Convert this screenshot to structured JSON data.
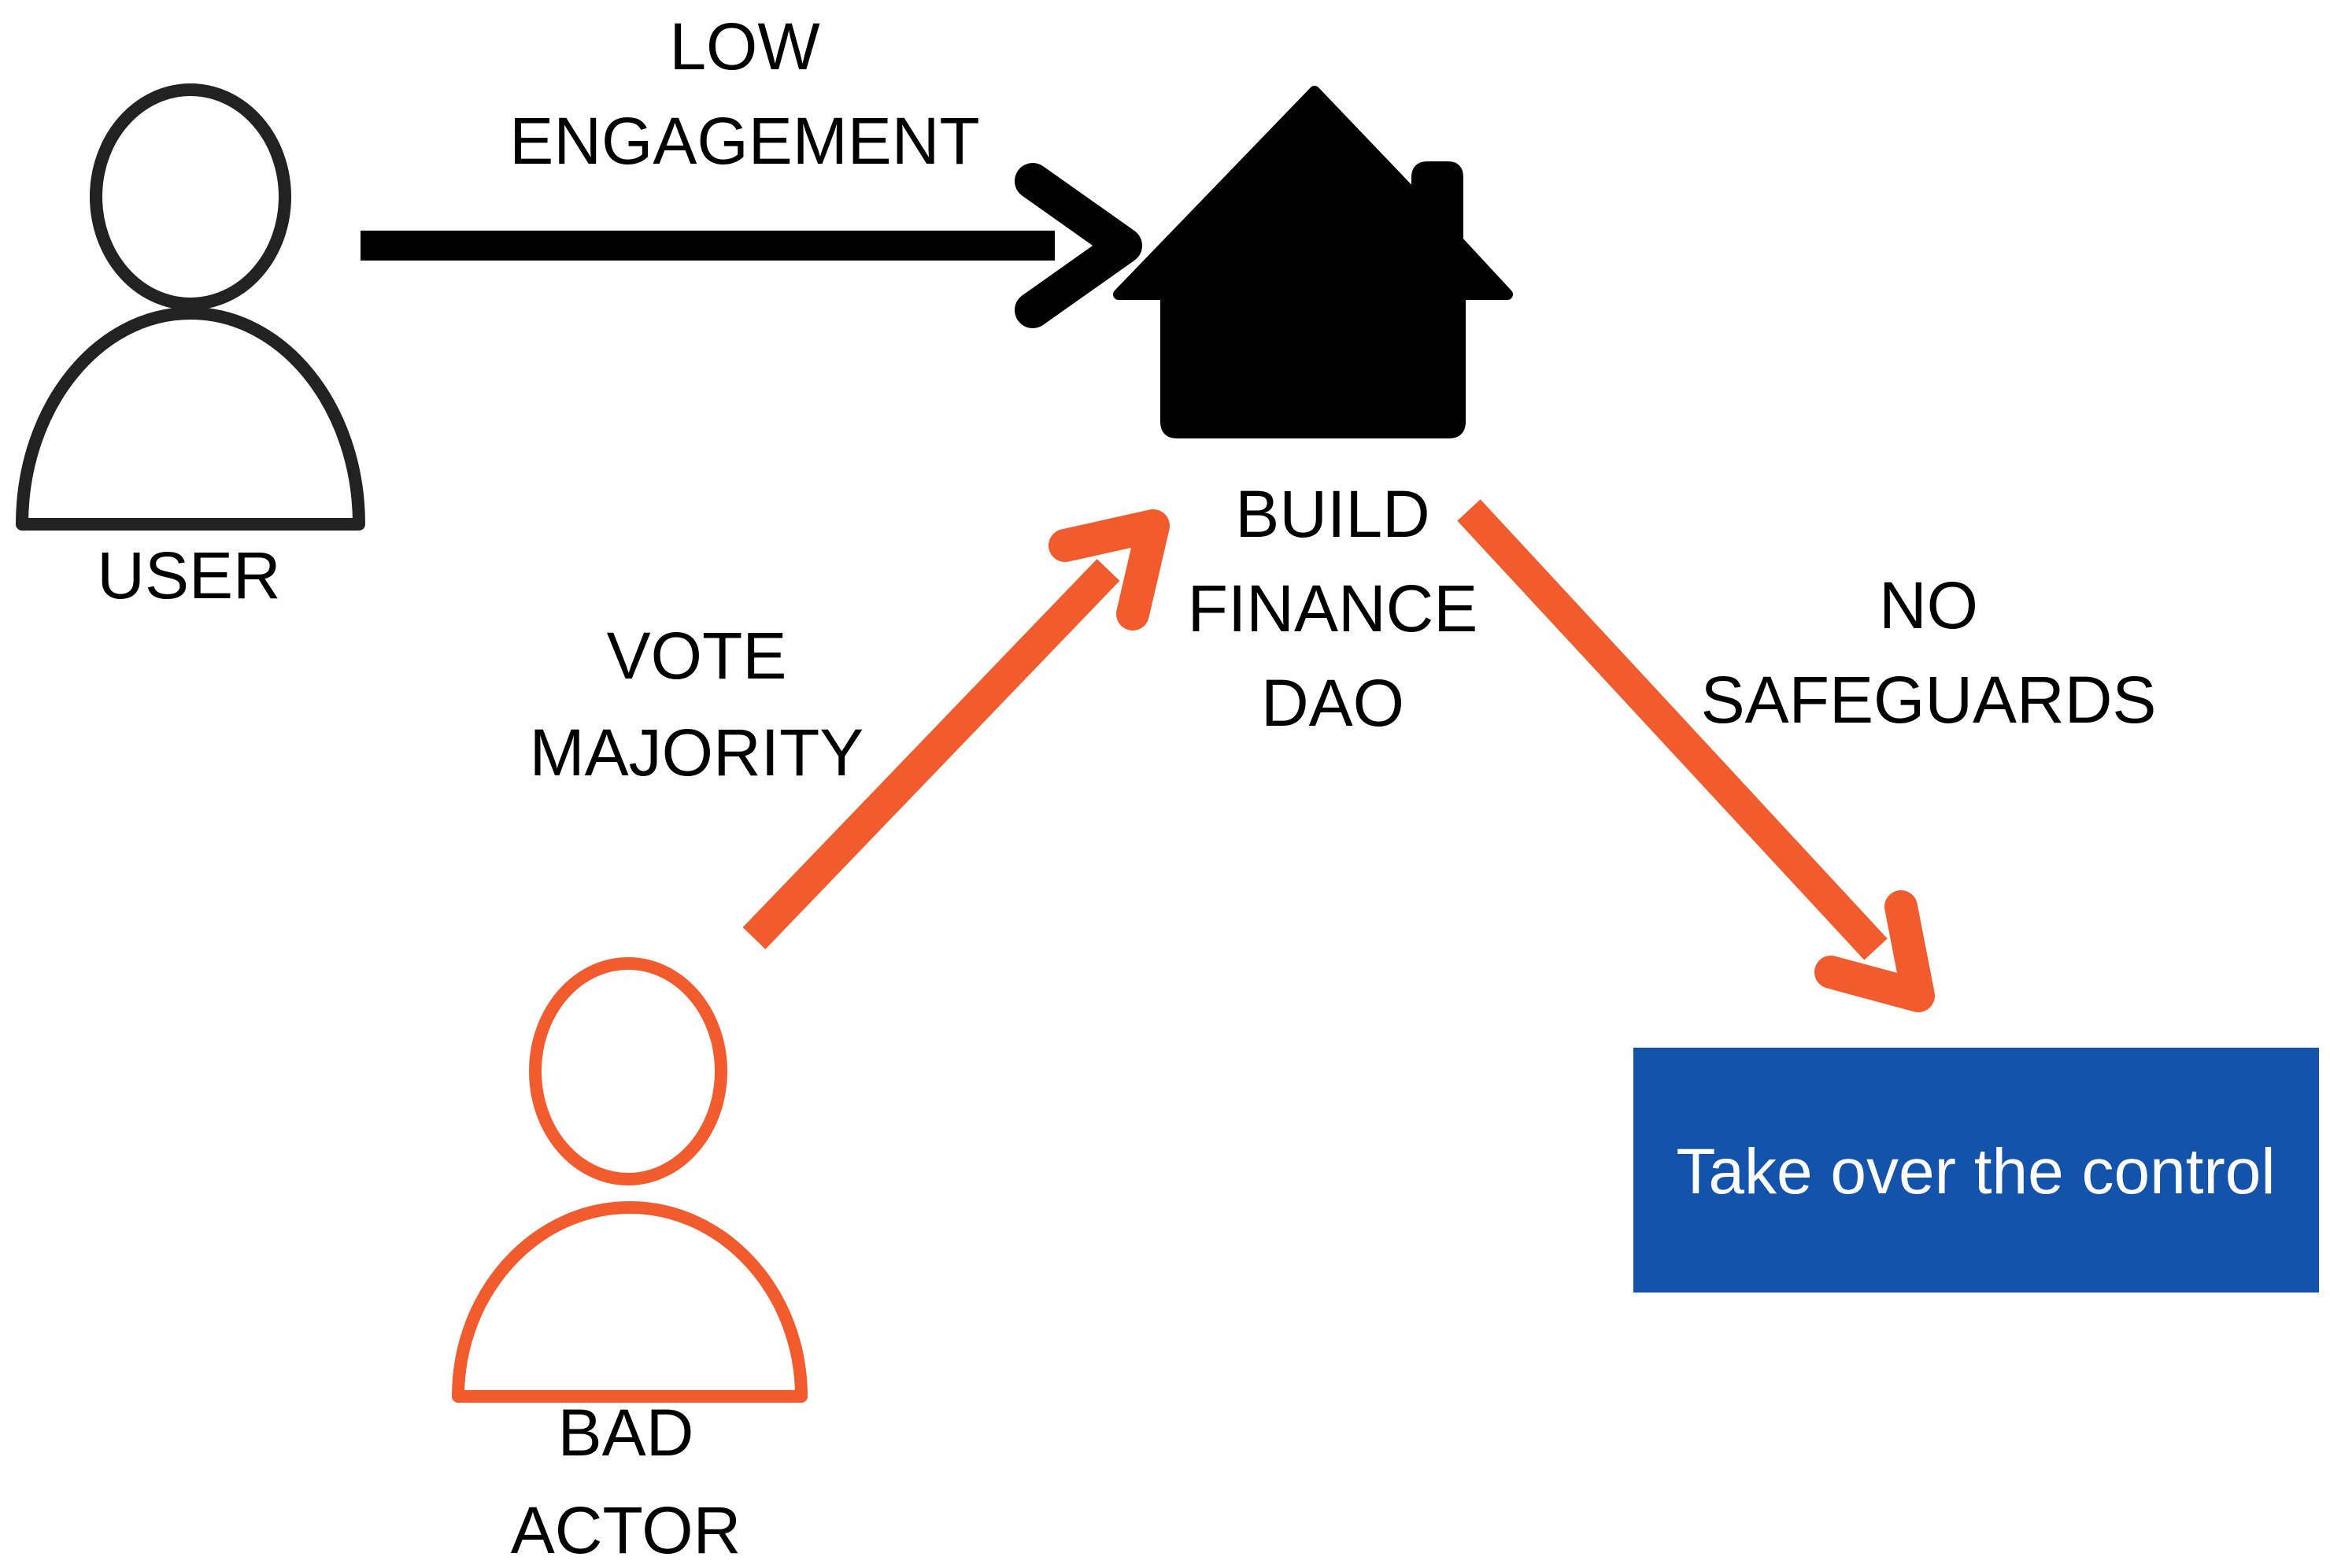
{
  "diagram": {
    "title": "Build Finance DAO governance takeover flow",
    "colors": {
      "background": "#ffffff",
      "black": "#000000",
      "person_outline": "#222222",
      "orange": "#F15B2E",
      "blue_box": "#1353AB",
      "box_text": "#ffffff"
    },
    "nodes": {
      "user": {
        "label": "USER"
      },
      "dao": {
        "line1": "BUILD",
        "line2": "FINANCE",
        "line3": "DAO"
      },
      "bad_actor": {
        "line1": "BAD",
        "line2": "ACTOR"
      },
      "takeover": {
        "label": "Take over the control"
      }
    },
    "edges": {
      "low_engagement": {
        "line1": "LOW",
        "line2": "ENGAGEMENT"
      },
      "vote_majority": {
        "line1": "VOTE",
        "line2": "MAJORITY"
      },
      "no_safeguards": {
        "line1": "NO",
        "line2": "SAFEGUARDS"
      }
    }
  }
}
